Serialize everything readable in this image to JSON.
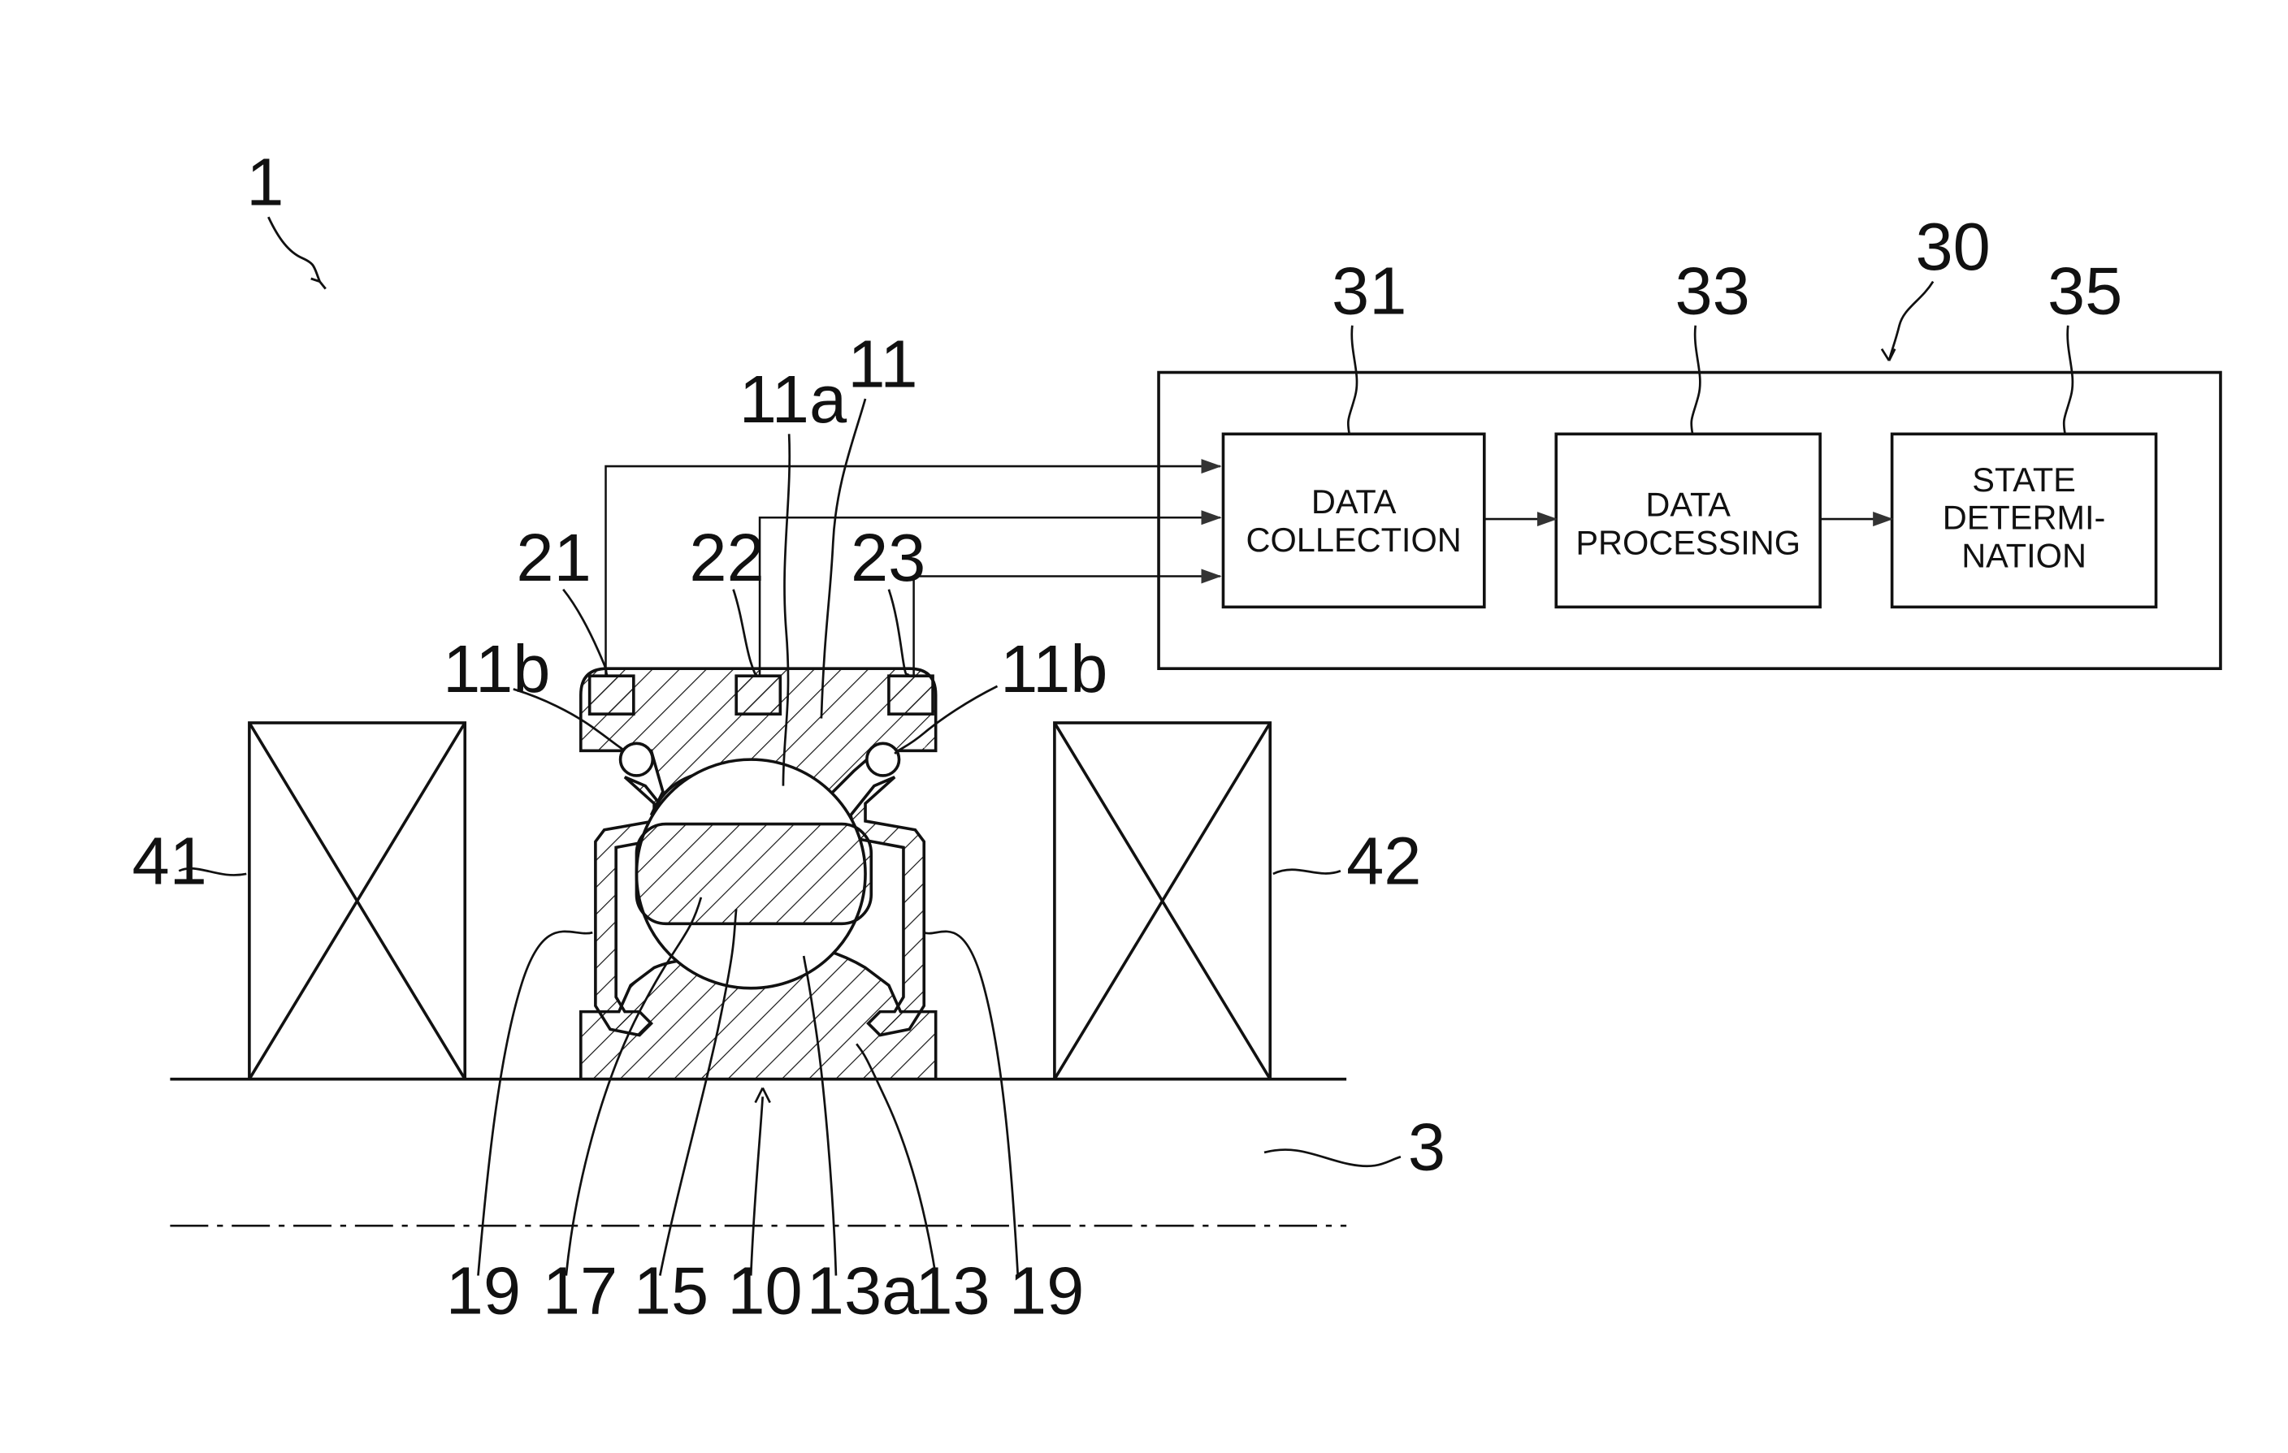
{
  "figure_ref": "1",
  "labels": {
    "shaft": "3",
    "bearing": "10",
    "outer_ring": "11",
    "outer_raceway": "11a",
    "seal_groove_left": "11b",
    "seal_groove_right": "11b",
    "inner_ring": "13",
    "inner_raceway": "13a",
    "ball": "15",
    "cage": "17",
    "seal_left": "19",
    "seal_right": "19",
    "sensor_1": "21",
    "sensor_2": "22",
    "sensor_3": "23",
    "system": "30",
    "collection_ref": "31",
    "processing_ref": "33",
    "determination_ref": "35",
    "support_left": "41",
    "support_right": "42"
  },
  "blocks": {
    "collection": [
      "DATA",
      "COLLECTION"
    ],
    "processing": [
      "DATA",
      "PROCESSING"
    ],
    "determination": [
      "STATE",
      "DETERMI-",
      "NATION"
    ]
  },
  "colors": {
    "line": "#111111",
    "background": "#ffffff"
  }
}
